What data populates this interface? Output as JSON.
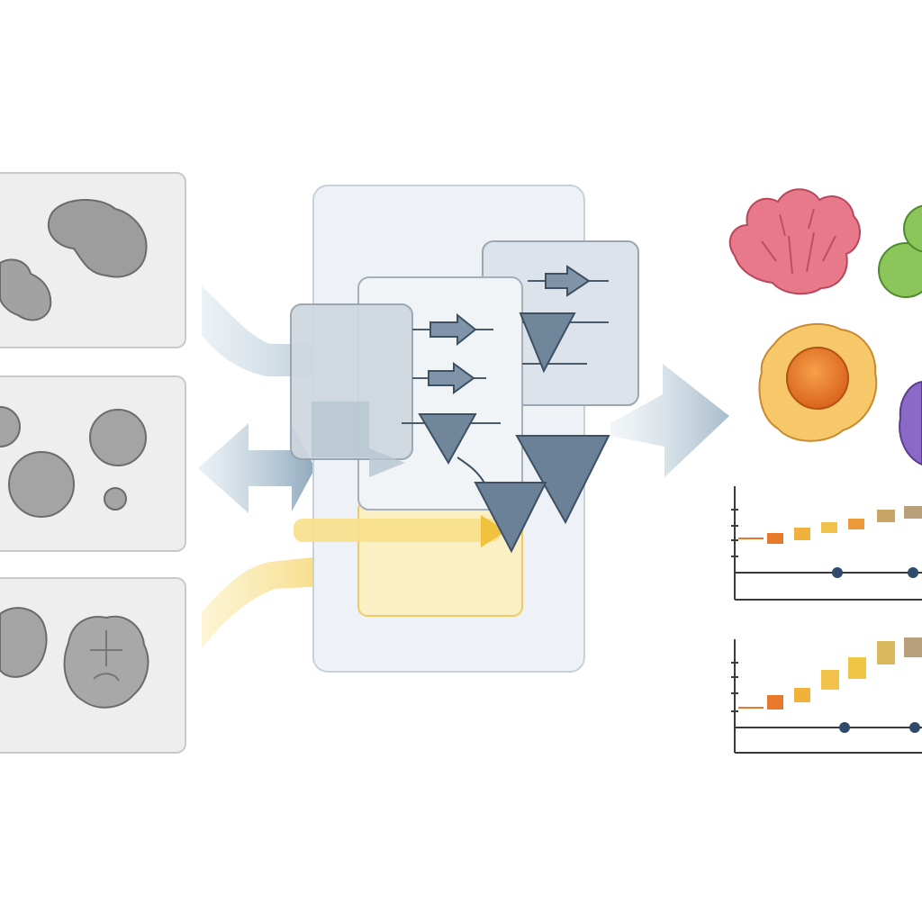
{
  "description_free": true,
  "inputs": {
    "panels": [
      {
        "content": "irregular-blob-clusters"
      },
      {
        "content": "round-cell-spheres"
      },
      {
        "content": "textured-lobed-cells"
      }
    ]
  },
  "processing": {
    "layers": 3,
    "arrow_count": 5,
    "funnel_count": 5
  },
  "outputs": {
    "cells": [
      {
        "shape": "coral-like",
        "fill": "#e8798a"
      },
      {
        "shape": "grape-cluster",
        "fill": "#8cc65a"
      },
      {
        "shape": "nucleated-cell",
        "fill": "#f5b54a"
      },
      {
        "shape": "berry-cluster",
        "fill": "#8b6ac7"
      }
    ],
    "plots": [
      {
        "marks": 6
      },
      {
        "marks": 6
      }
    ]
  },
  "colors": {
    "panel_fill": "#eeeeee",
    "panel_stroke": "#c9c9c9",
    "blob_fill": "#9c9c9c",
    "blob_stroke": "#6c6c6c",
    "blue_arrow": "#9cb5c6",
    "yellow_arrow": "#f2cb55",
    "layer_fill": "#dde3ea",
    "layer_stroke": "#9aa6b3",
    "funnel_fill": "#6a8197",
    "funnel_stroke": "#3e5063",
    "axis_color": "#3a3a3a",
    "dot_color": "#2f4a6a"
  }
}
